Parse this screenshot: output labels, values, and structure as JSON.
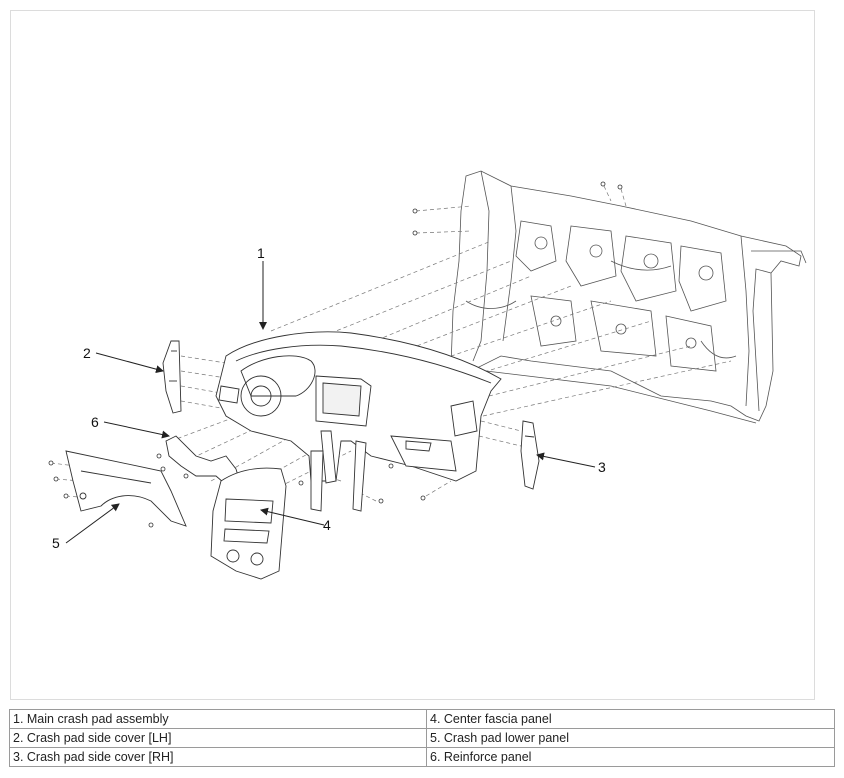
{
  "diagram": {
    "callouts": [
      "1",
      "2",
      "3",
      "4",
      "5",
      "6"
    ]
  },
  "legend": {
    "left": [
      "1. Main crash pad assembly",
      "2. Crash pad side cover [LH]",
      "3. Crash pad side cover [RH]"
    ],
    "right": [
      "4. Center fascia panel",
      "5. Crash pad lower panel",
      "6. Reinforce panel"
    ]
  },
  "colors": {
    "line": "#333333",
    "dash": "#777777",
    "frame": "#dcdcdc",
    "table_border": "#9a9a9a"
  }
}
